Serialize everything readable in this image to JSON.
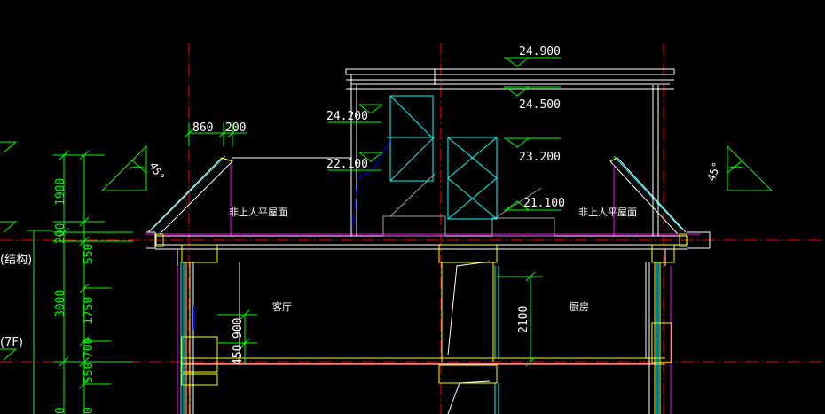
{
  "drawing": {
    "elevations": {
      "e24900": "24.900",
      "e24500": "24.500",
      "e24200": "24.200",
      "e23200": "23.200",
      "e22100": "22.100",
      "e21100": "21.100"
    },
    "dims_top": {
      "d860": "860",
      "d200": "200"
    },
    "dims_left": {
      "d1900": "1900",
      "d200": "200",
      "d550a": "550",
      "d3000": "3000",
      "d1750": "1750",
      "d700": "700",
      "d550b": "550"
    },
    "dims_inner": {
      "d450": "450",
      "d900": "900",
      "d2100": "2100"
    },
    "angles": {
      "left": "45°",
      "right": "45°"
    },
    "rooms": {
      "roof_left": "非上人平屋面",
      "roof_right": "非上人平屋面",
      "living": "客厅",
      "kitchen": "厨房"
    },
    "side_notes": {
      "structure": "(结构)",
      "floor": "(7F)"
    }
  },
  "colors": {
    "background": "#000000",
    "white": "#ffffff",
    "green": "#00ff00",
    "red": "#ff0000",
    "magenta": "#ff00ff",
    "yellow": "#ffff00",
    "cyan": "#00ffff",
    "blue": "#0000ff",
    "gray": "#a0a0a0"
  }
}
